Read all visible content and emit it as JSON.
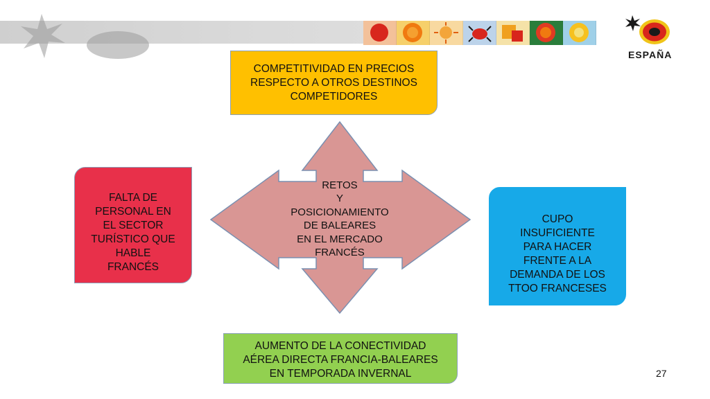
{
  "header": {
    "logo_text": "ESPAÑA",
    "tile_colors": [
      "#d8261c",
      "#f07a10",
      "#f3a53a",
      "#5b8fc4",
      "#f0a01e",
      "#e03a22",
      "#f6c11f"
    ]
  },
  "diagram": {
    "center": "RETOS\nY\nPOSICIONAMIENTO\nDE BALEARES\nEN EL MERCADO\nFRANCÉS",
    "top": "COMPETITIVIDAD EN PRECIOS\nRESPECTO A OTROS DESTINOS\nCOMPETIDORES",
    "left": "FALTA DE\nPERSONAL EN\nEL SECTOR\nTURÍSTICO QUE\nHABLE\nFRANCÉS",
    "right": "CUPO\nINSUFICIENTE\nPARA HACER\nFRENTE A LA\nDEMANDA DE LOS\nTTOO FRANCESES",
    "bottom": "AUMENTO DE LA  CONECTIVIDAD\nAÉREA DIRECTA FRANCIA-BALEARES\nEN TEMPORADA INVERNAL",
    "colors": {
      "arrow": "#d99694",
      "arrow_stroke": "#7a8fb0",
      "top": "#ffc000",
      "left": "#e8304a",
      "right": "#17a9e8",
      "bottom": "#92d050"
    }
  },
  "footer": {
    "page_number": "27"
  }
}
